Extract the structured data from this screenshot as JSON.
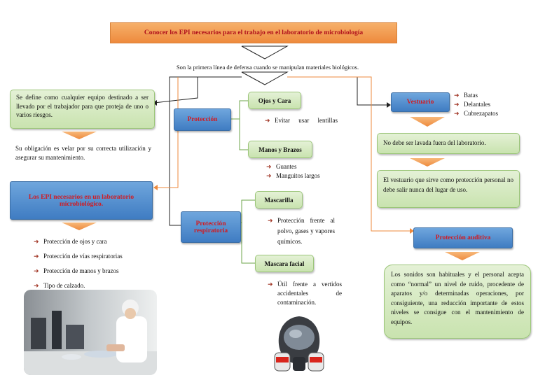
{
  "title": "Conocer los EPI necesarios para el trabajo en el laboratorio de microbiología",
  "intro": "Son la primera línea de defensa cuando se manipulan materiales biológicos.",
  "left": {
    "definition": "Se define como cualquier equipo destinado a ser llevado por el trabajador para que proteja de uno o varios riesgos.",
    "obligation": "Su obligación es velar por su correcta utilización y asegurar su mantenimiento.",
    "epi_box": "Los EPI necesarios en un laboratorio microbiológico.",
    "epi_list": [
      "Protección de ojos y cara",
      "Protección de vías respiratorias",
      "Protección de manos y brazos",
      "Tipo de calzado."
    ]
  },
  "center": {
    "proteccion": "Protección",
    "ojos_cara": "Ojos y Cara",
    "ojos_cara_items": [
      "Evitar usar lentillas"
    ],
    "manos_brazos": "Manos y Brazos",
    "manos_brazos_items": [
      "Guantes",
      "Manguitos largos"
    ],
    "proteccion_resp": "Protección respiratoria",
    "mascarilla": "Mascarilla",
    "mascarilla_items": [
      "Protección frente al polvo, gases y vapores químicos."
    ],
    "mascara_facial": "Mascara facial",
    "mascara_facial_items": [
      "Útil frente a vertidos accidentales de contaminación."
    ]
  },
  "right": {
    "vestuario": "Vestuario",
    "vestuario_items": [
      "Batas",
      "Delantales",
      "Cubrezapatos"
    ],
    "no_lavada": "No debe ser lavada fuera del laboratorio.",
    "vestuario_note": "El vestuario que sirve como protección personal no debe salir nunca del lugar de uso.",
    "auditiva": "Protección auditiva",
    "auditiva_text": "Los sonidos son habituales y el personal acepta como “normal” un nivel de ruido, procedente de aparatos y/o determinadas operaciones, por consiguiente, una reducción importante de estos niveles se consigue con el mantenimiento de equipos."
  },
  "colors": {
    "orange": "#ee8a3d",
    "blue": "#3f7cc2",
    "green_fill": "#c9e3af",
    "red_text": "#d01c23"
  }
}
